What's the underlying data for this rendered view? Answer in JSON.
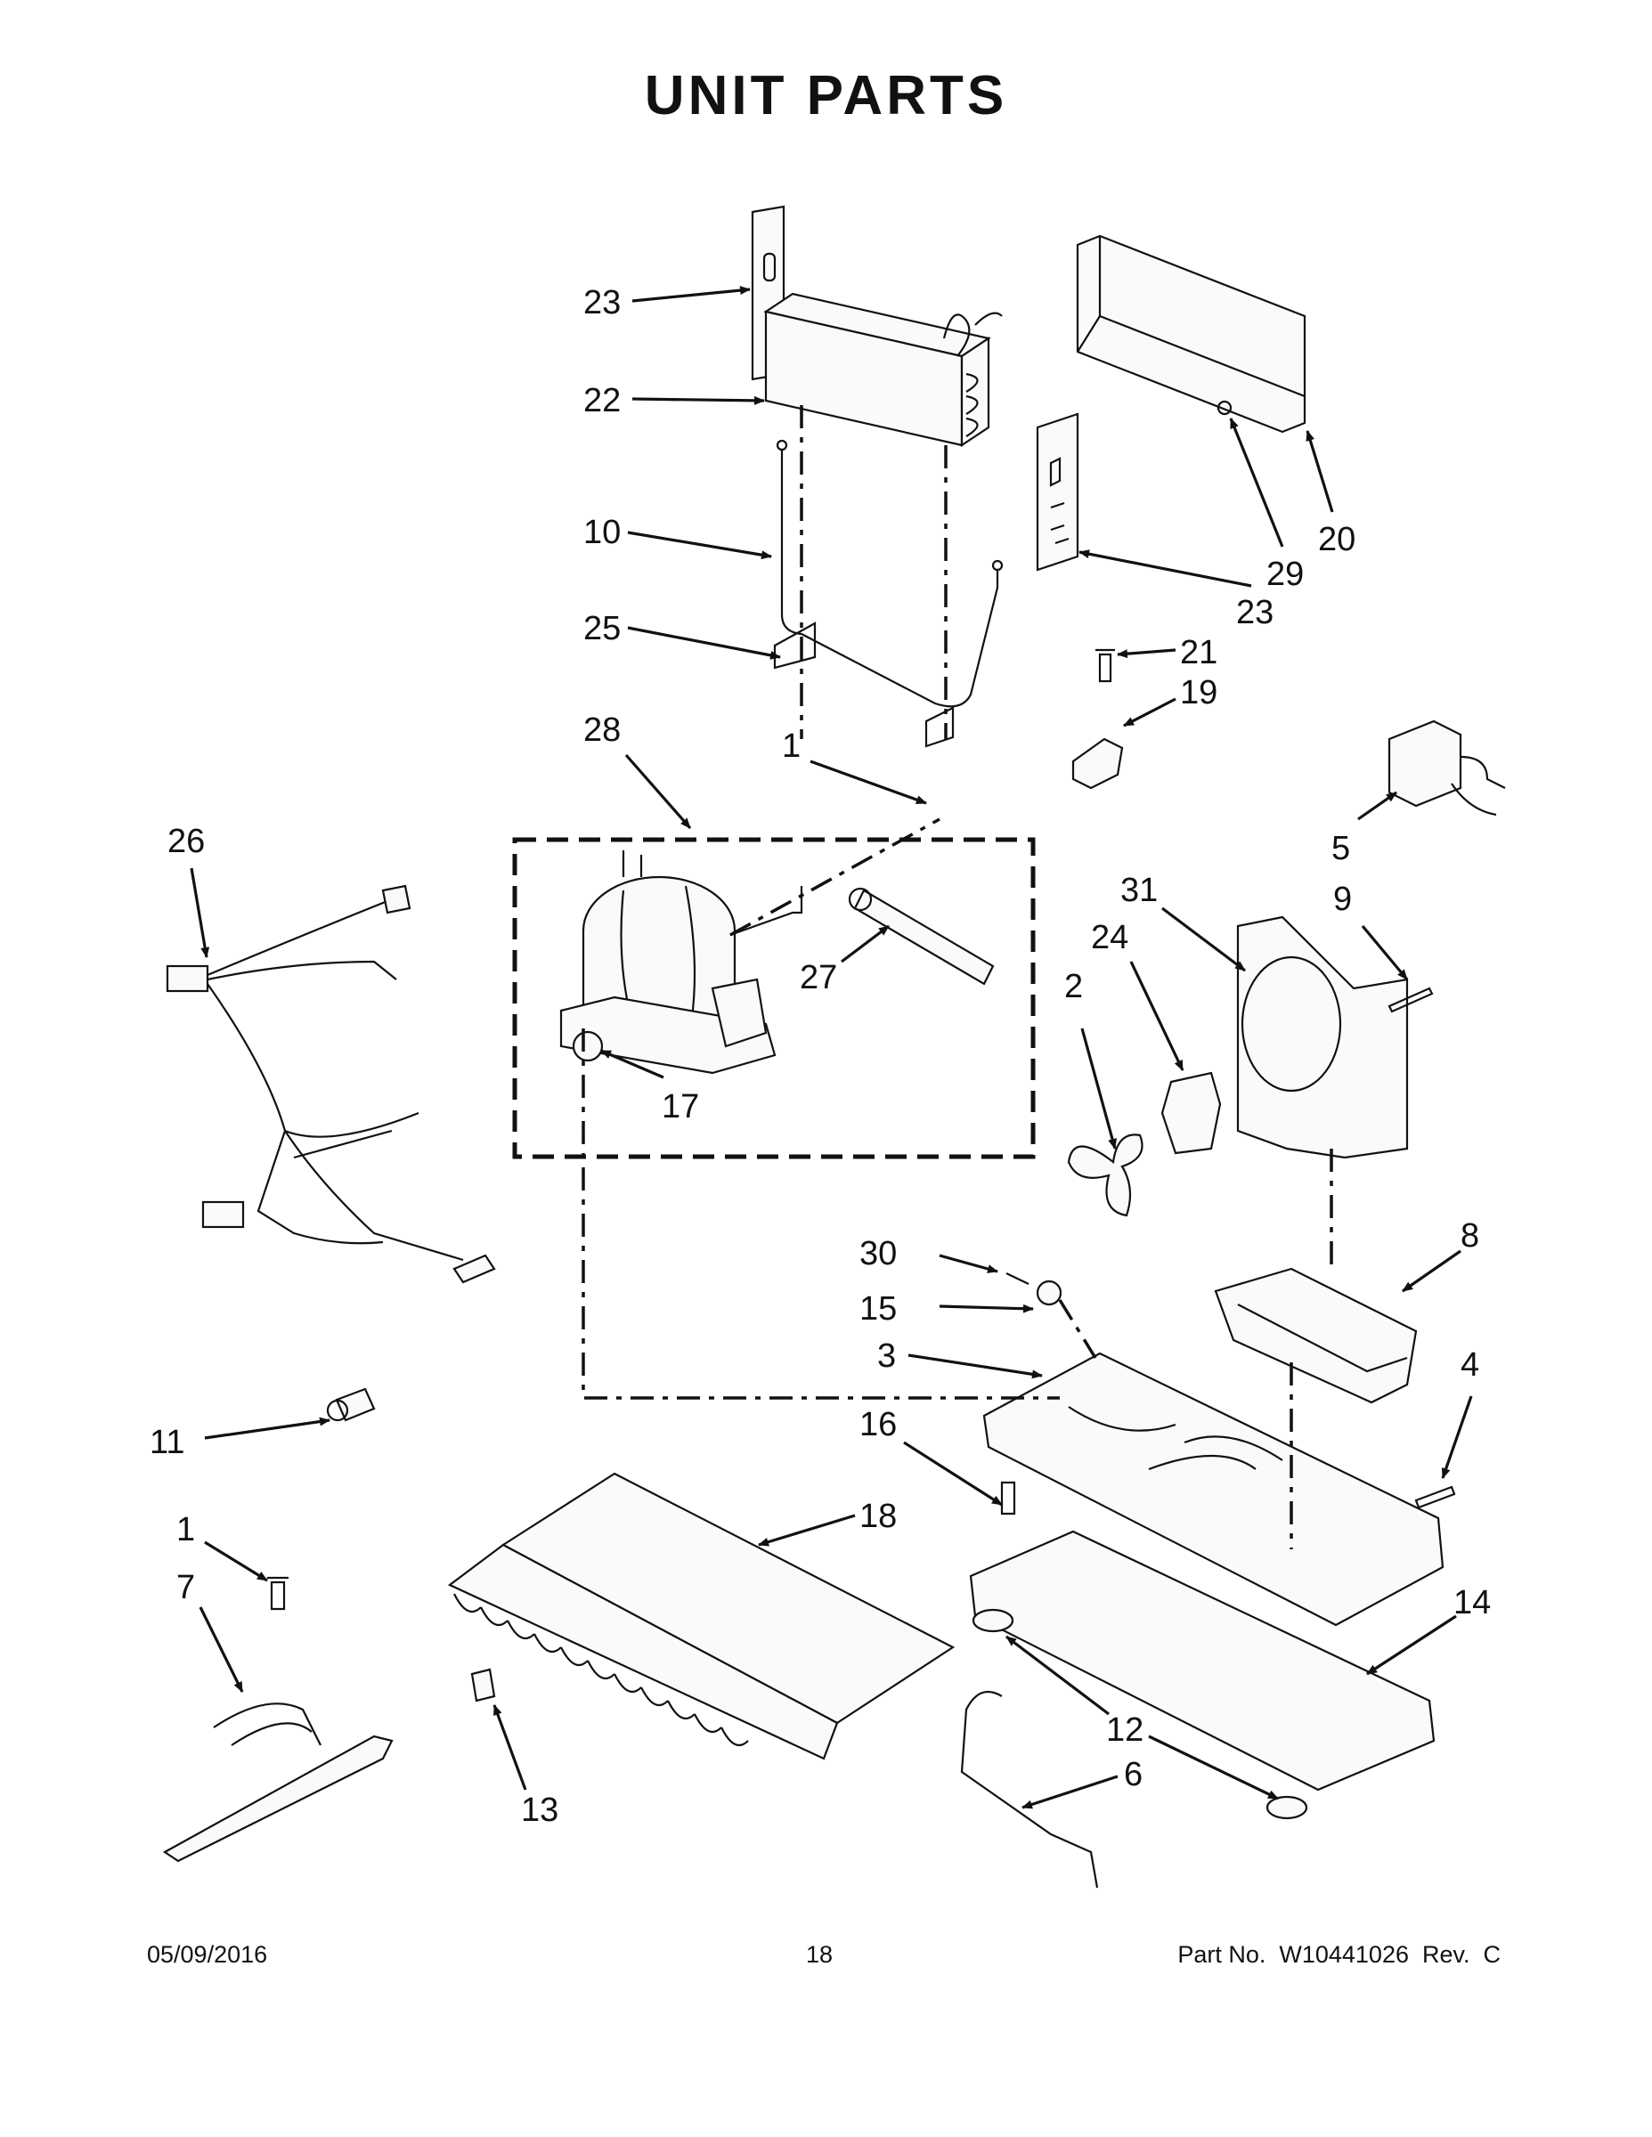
{
  "title": "UNIT PARTS",
  "callouts": [
    {
      "id": "23a",
      "label": "23"
    },
    {
      "id": "22",
      "label": "22"
    },
    {
      "id": "10",
      "label": "10"
    },
    {
      "id": "25",
      "label": "25"
    },
    {
      "id": "20",
      "label": "20"
    },
    {
      "id": "29",
      "label": "29"
    },
    {
      "id": "23b",
      "label": "23"
    },
    {
      "id": "21",
      "label": "21"
    },
    {
      "id": "19",
      "label": "19"
    },
    {
      "id": "28",
      "label": "28"
    },
    {
      "id": "1a",
      "label": "1"
    },
    {
      "id": "26",
      "label": "26"
    },
    {
      "id": "27",
      "label": "27"
    },
    {
      "id": "17",
      "label": "17"
    },
    {
      "id": "5",
      "label": "5"
    },
    {
      "id": "31",
      "label": "31"
    },
    {
      "id": "9",
      "label": "9"
    },
    {
      "id": "24",
      "label": "24"
    },
    {
      "id": "2",
      "label": "2"
    },
    {
      "id": "30",
      "label": "30"
    },
    {
      "id": "8",
      "label": "8"
    },
    {
      "id": "15",
      "label": "15"
    },
    {
      "id": "3",
      "label": "3"
    },
    {
      "id": "4",
      "label": "4"
    },
    {
      "id": "11",
      "label": "11"
    },
    {
      "id": "16",
      "label": "16"
    },
    {
      "id": "18",
      "label": "18"
    },
    {
      "id": "1b",
      "label": "1"
    },
    {
      "id": "7",
      "label": "7"
    },
    {
      "id": "14",
      "label": "14"
    },
    {
      "id": "12",
      "label": "12"
    },
    {
      "id": "6",
      "label": "6"
    },
    {
      "id": "13",
      "label": "13"
    }
  ],
  "footer": {
    "date": "05/09/2016",
    "page": "18",
    "part_number": "Part No.  W10441026  Rev.  C"
  }
}
